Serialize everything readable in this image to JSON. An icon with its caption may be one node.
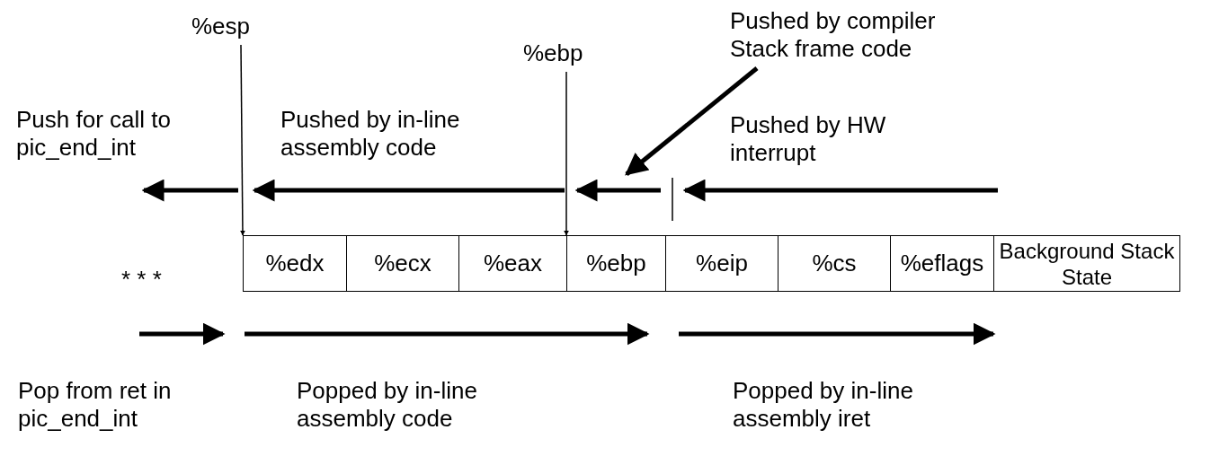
{
  "diagram": {
    "nodes": [
      {
        "text": [
          "%esp"
        ]
      },
      {
        "text": [
          "%ebp"
        ]
      },
      {
        "text": [
          "Pushed by compiler Stack frame code"
        ]
      },
      {
        "text": [
          "%edx"
        ]
      },
      {
        "text": [
          "%ecx"
        ]
      },
      {
        "text": [
          "%eax"
        ]
      },
      {
        "text": [
          "%ebp"
        ]
      },
      {
        "text": [
          "%eip"
        ]
      },
      {
        "text": [
          "%cs"
        ]
      },
      {
        "text": [
          "%eflags"
        ]
      },
      {
        "text": [
          "Background Stack State"
        ]
      }
    ],
    "edges": [
      {
        "from": 0,
        "to": 3,
        "arrow": "to"
      },
      {
        "from": 1,
        "to": 6,
        "arrow": "to"
      },
      {
        "from": 2,
        "to": null,
        "arrow": "to",
        "style": "thick"
      }
    ],
    "labels": [
      "Push for call to pic_end_int",
      "Pushed by in-line assembly code",
      "Pushed by HW interrupt",
      "* * *",
      "Pop from ret in pic_end_int",
      "Popped by in-line assembly code",
      "Popped by in-line assembly iret"
    ]
  }
}
